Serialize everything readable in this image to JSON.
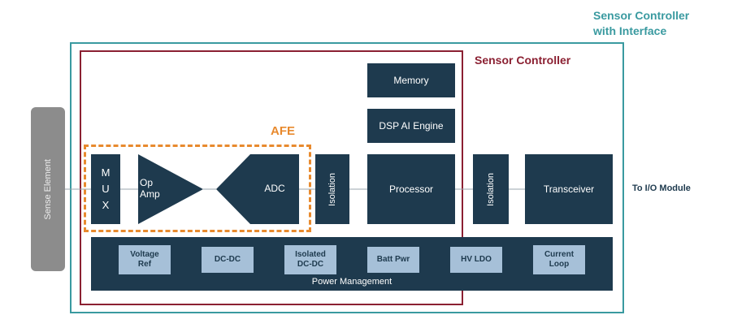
{
  "labels": {
    "outer_title": "Sensor Controller\nwith Interface",
    "sensor_controller": "Sensor Controller",
    "afe": "AFE",
    "sense_element": "Sense Element",
    "mux": [
      "M",
      "U",
      "X"
    ],
    "op_amp": "Op\nAmp",
    "adc": "ADC",
    "isolation_1": "Isolation",
    "processor": "Processor",
    "isolation_2": "Isolation",
    "transceiver": "Transceiver",
    "memory": "Memory",
    "dsp": "DSP AI Engine",
    "to_io": "To I/O Module",
    "power_management": "Power Management"
  },
  "power_items": [
    "Voltage\nRef",
    "DC-DC",
    "Isolated\nDC-DC",
    "Batt Pwr",
    "HV LDO",
    "Current\nLoop"
  ],
  "colors": {
    "block": "#1e3a4e",
    "chip": "#a6c0d8",
    "outer_border": "#3a9aa0",
    "inner_border": "#8b2032",
    "afe": "#e88a2e",
    "sense": "#8c8c8c"
  }
}
